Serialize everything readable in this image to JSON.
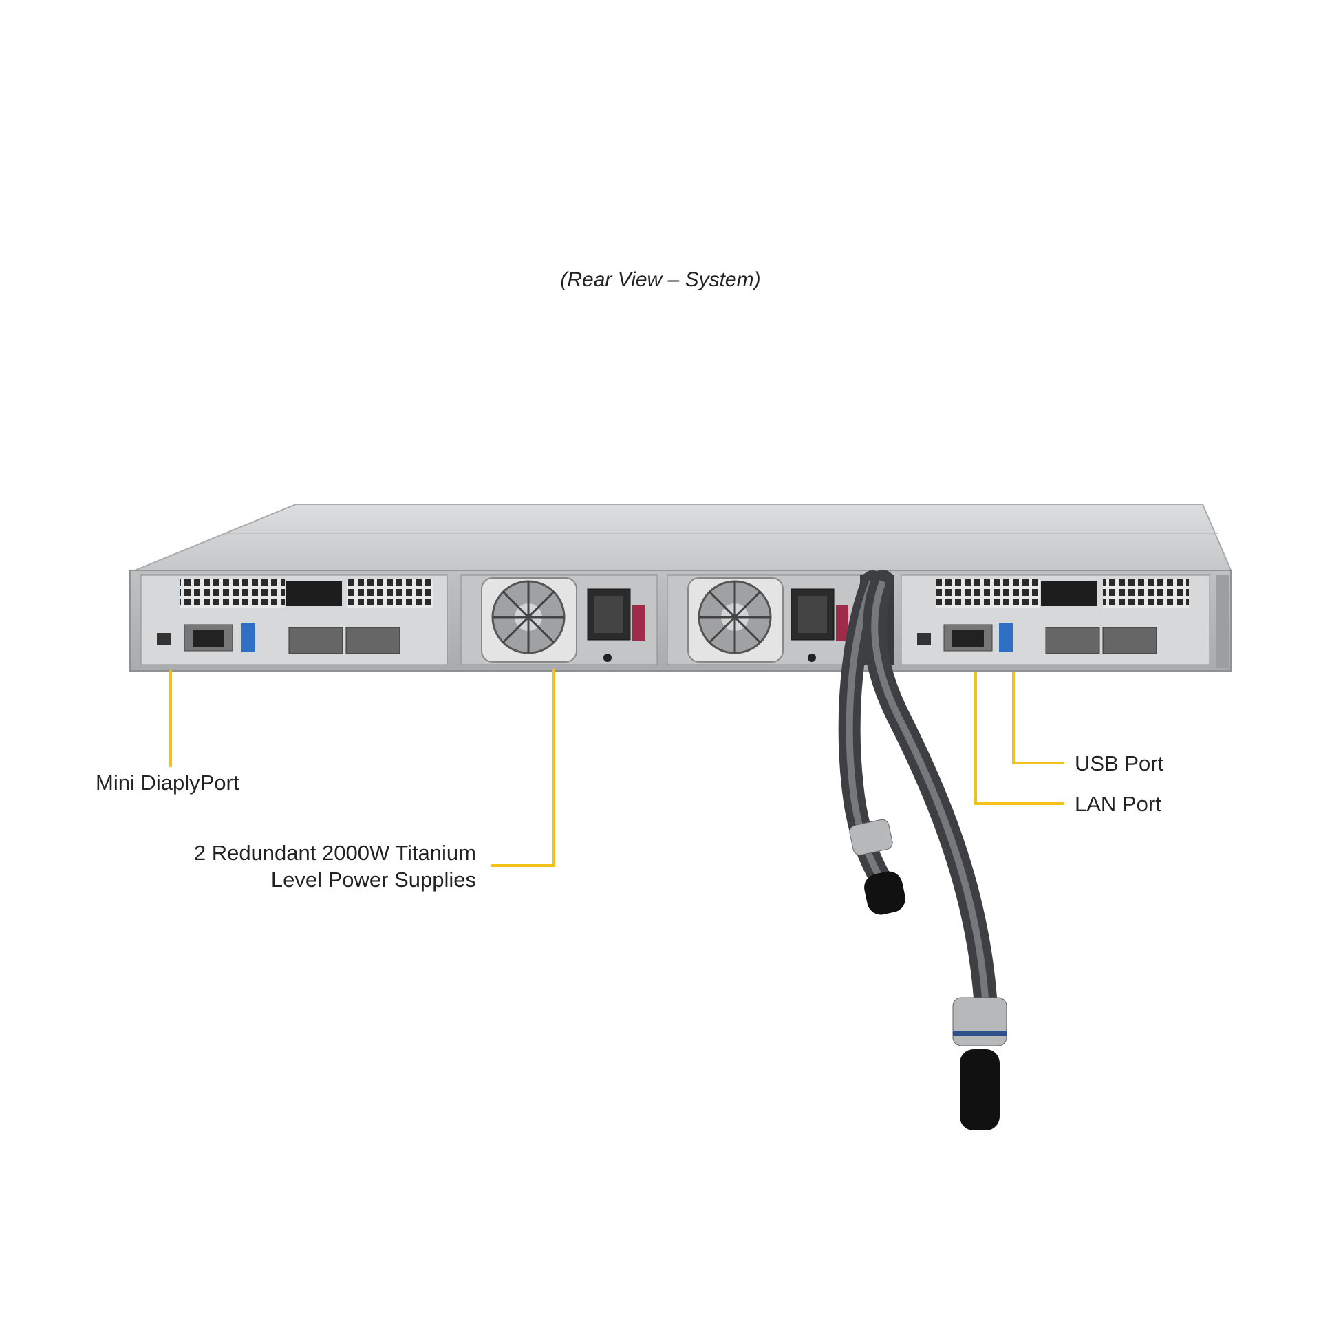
{
  "caption": "(Rear View – System)",
  "labels": {
    "mini_displayport": "Mini DiaplyPort",
    "power_supplies_line1": "2 Redundant 2000W Titanium",
    "power_supplies_line2": "Level Power Supplies",
    "usb_port": "USB Port",
    "lan_port": "LAN Port"
  },
  "colors": {
    "callout_line": "#f2c21b",
    "chassis": "#c9cbcd",
    "chassis_top": "#d8d9db",
    "hose": "#5b5c5f",
    "psu_handle": "#a02a4a"
  }
}
